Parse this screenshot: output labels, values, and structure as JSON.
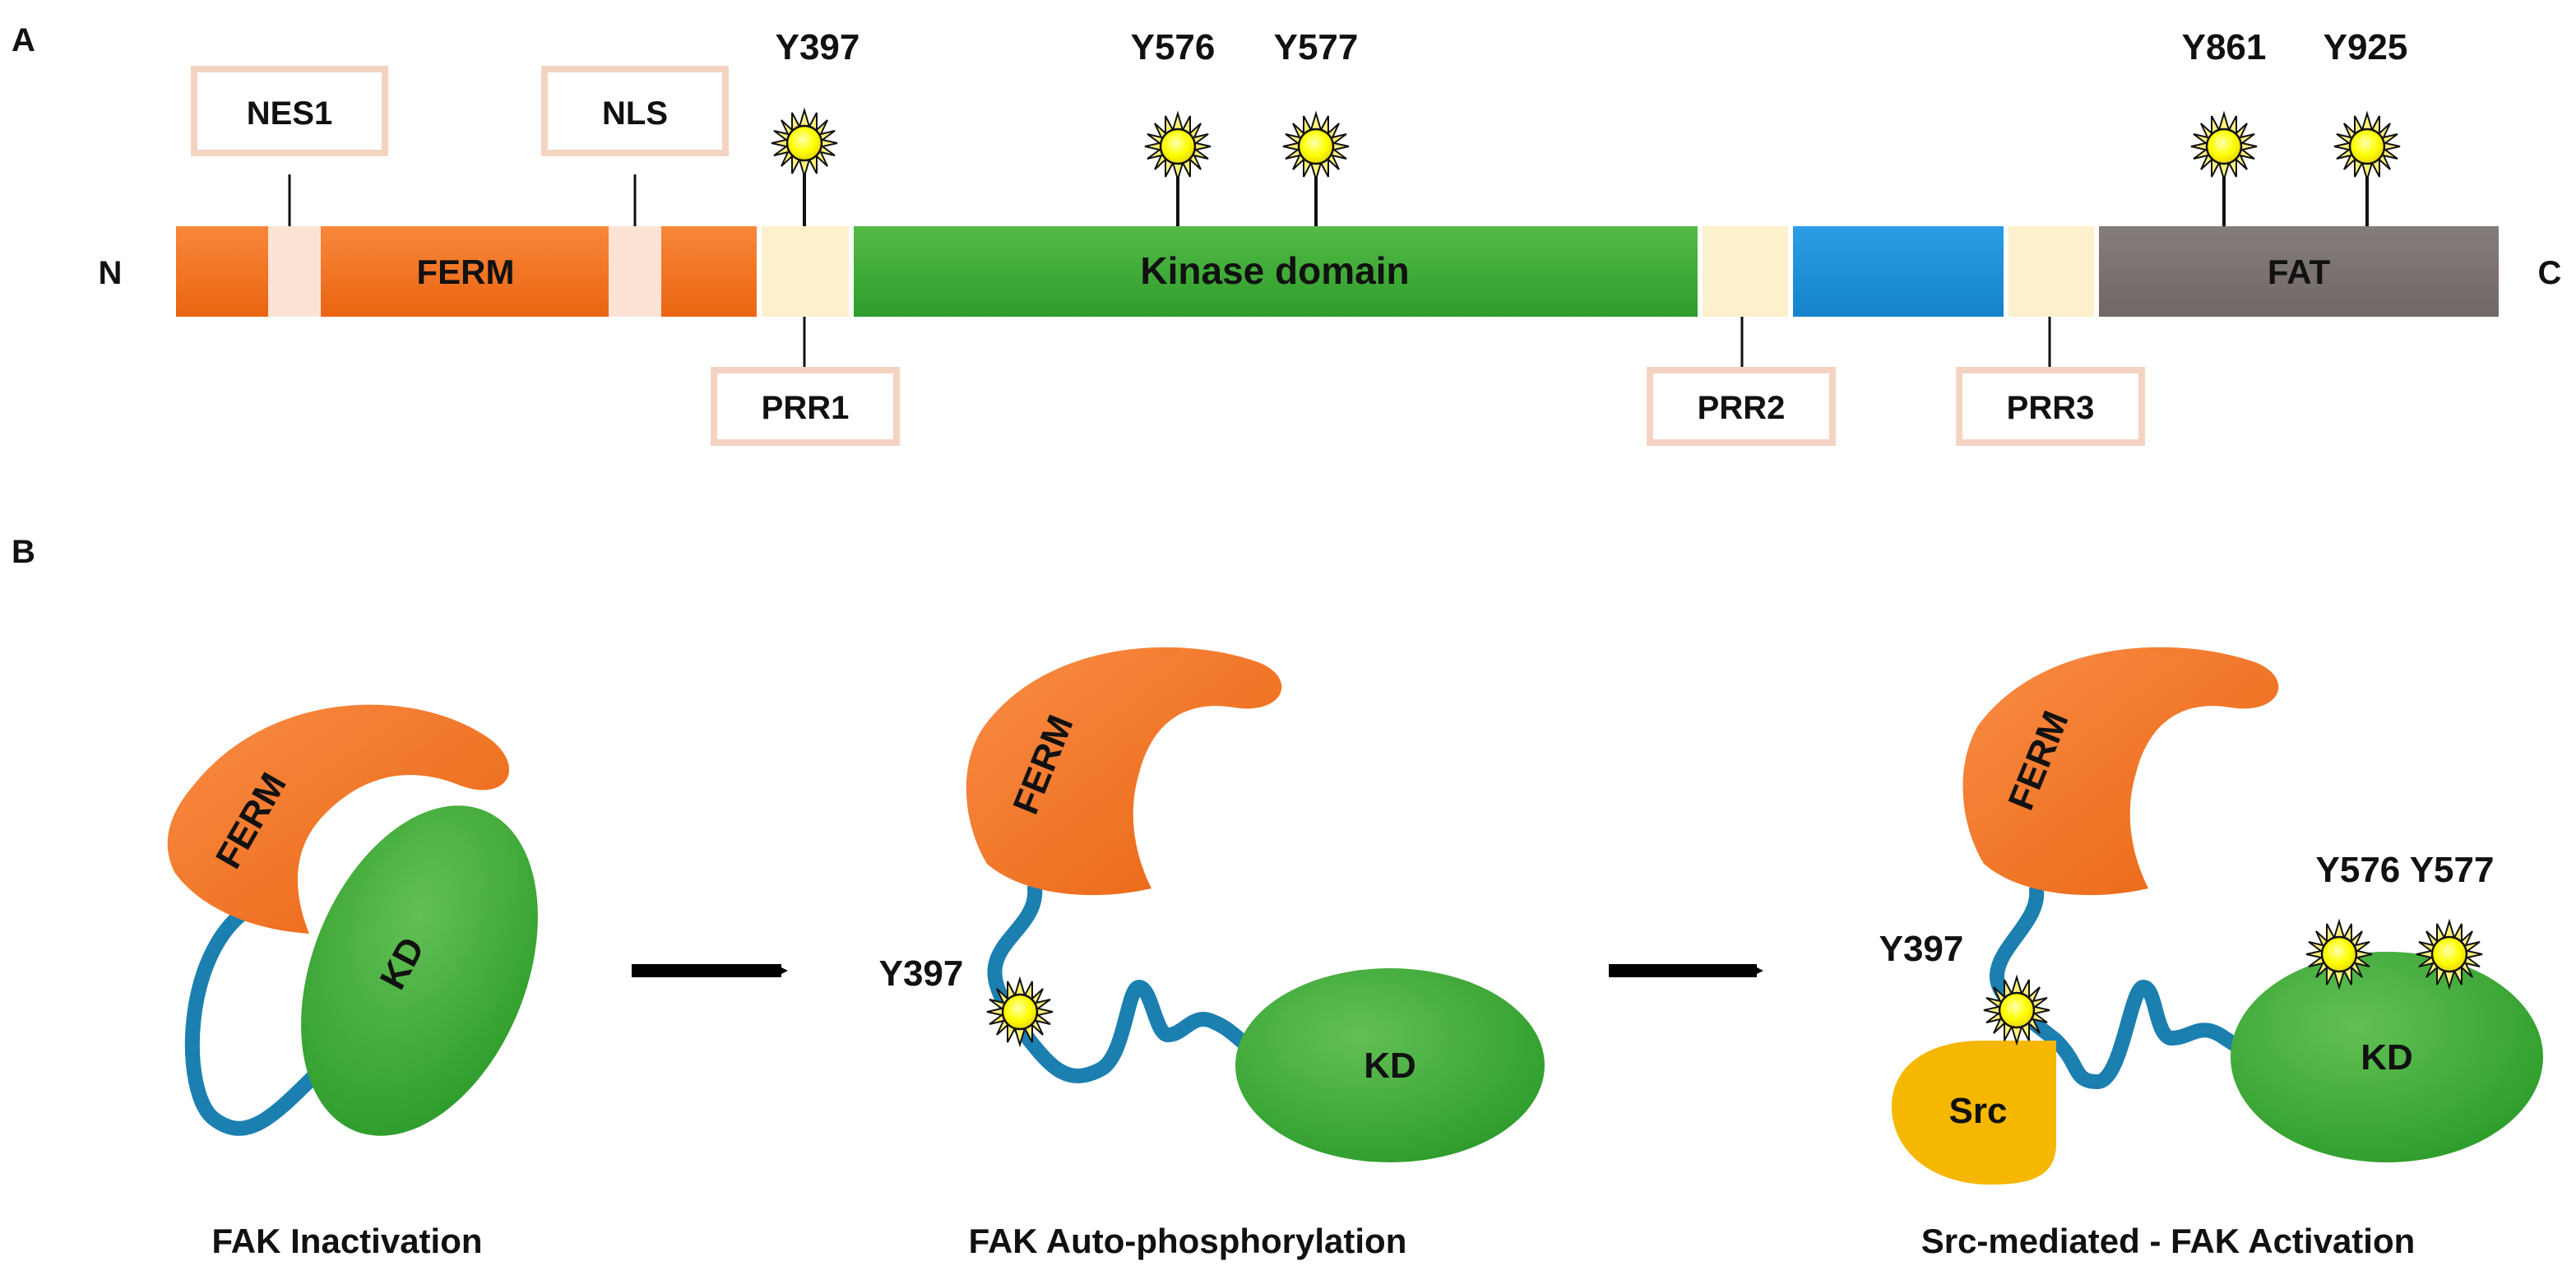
{
  "panel_a": {
    "letter": "A",
    "n_terminus": "N",
    "c_terminus": "C",
    "domains": {
      "ferm": "FERM",
      "kinase": "Kinase domain",
      "fat": "FAT"
    },
    "boxed_labels": {
      "nes1": "NES1",
      "nls": "NLS",
      "prr1": "PRR1",
      "prr2": "PRR2",
      "prr3": "PRR3"
    },
    "sites": {
      "y397": "Y397",
      "y576": "Y576",
      "y577": "Y577",
      "y861": "Y861",
      "y925": "Y925"
    }
  },
  "panel_b": {
    "letter": "B",
    "state1": {
      "ferm": "FERM",
      "kd": "KD",
      "caption": "FAK Inactivation"
    },
    "state2": {
      "ferm": "FERM",
      "kd": "KD",
      "site": "Y397",
      "caption": "FAK Auto-phosphorylation"
    },
    "state3": {
      "ferm": "FERM",
      "kd": "KD",
      "src": "Src",
      "site": "Y397",
      "sites_kd": "Y576 Y577",
      "caption": "Src-mediated - FAK Activation"
    }
  },
  "colors": {
    "ferm_orange": "#f2701c",
    "kinase_green": "#3aaa35",
    "spacer_blue": "#1e90d8",
    "fat_gray": "#7b7370",
    "prr_cream": "#fdf0cc",
    "motif_pink": "#fde3d6",
    "box_border": "#f5d3c3",
    "linker_blue": "#1b7fb0",
    "src_yellow": "#f6b700",
    "phospho_yellow": "#ffff00"
  }
}
